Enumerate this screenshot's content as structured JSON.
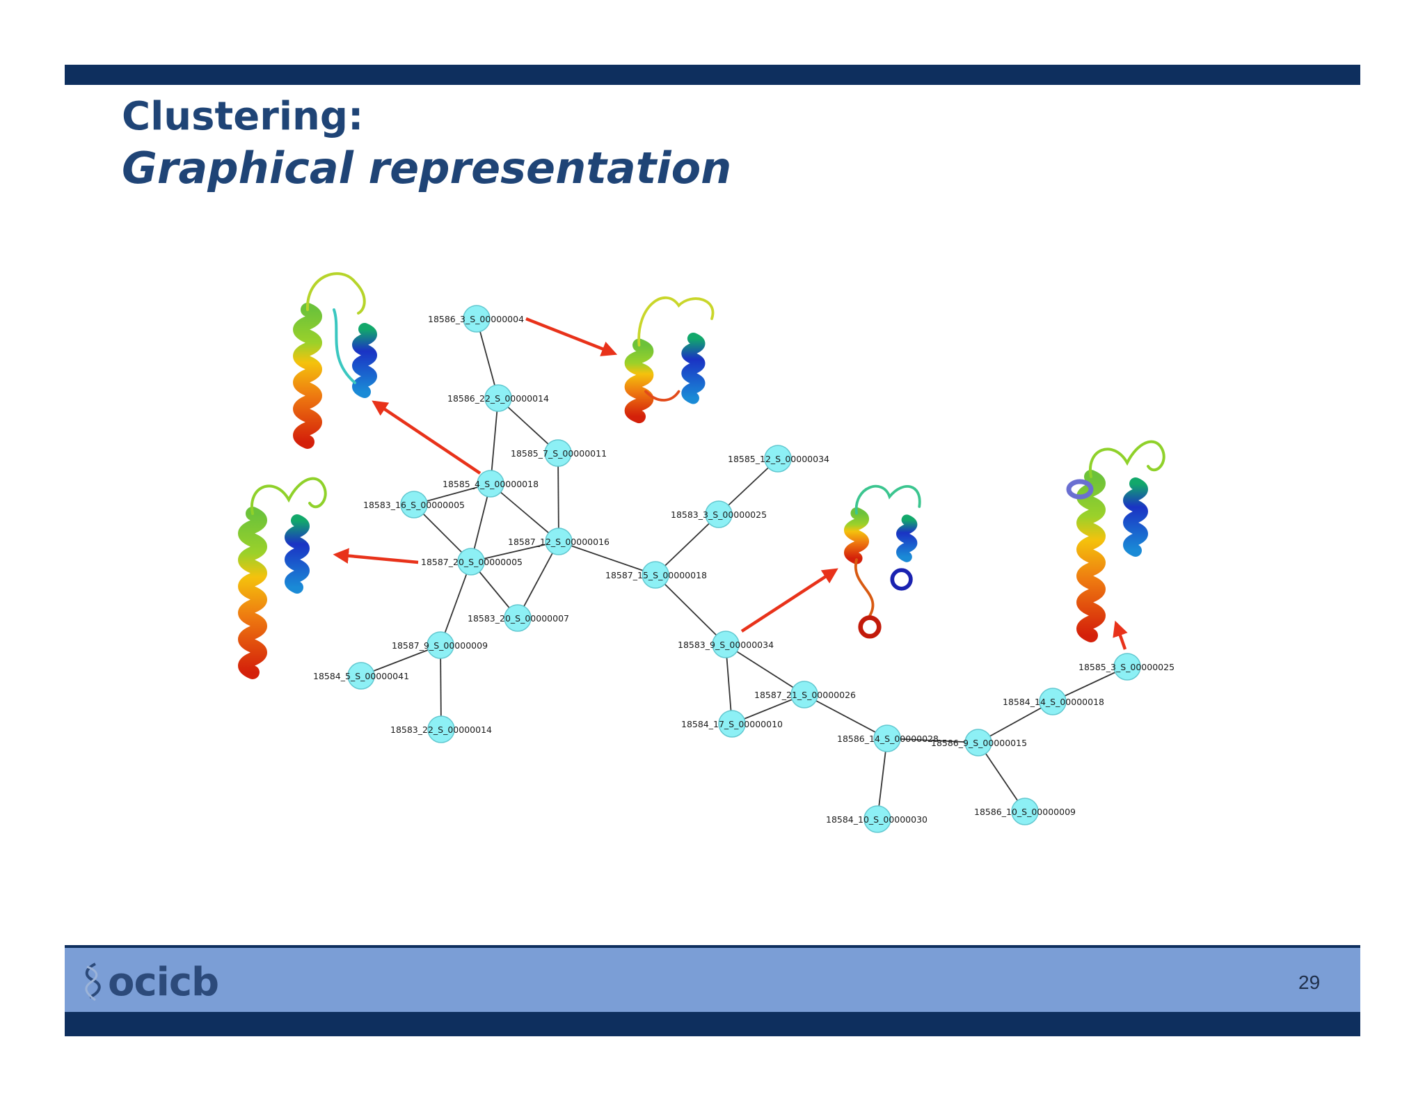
{
  "slide": {
    "title_line1": "Clustering:",
    "title_line2": "Graphical representation",
    "page_number": "29",
    "logo_text": "ocicb"
  },
  "colors": {
    "header_bar": "#0e2f5e",
    "title_text": "#1f4476",
    "footer_band": "#7b9ed6",
    "node_fill": "#8df0f5",
    "edge": "#333333",
    "arrow": "#e8321a"
  },
  "graph": {
    "nodes": [
      {
        "id": "n1",
        "label": "18586_3_S_00000004"
      },
      {
        "id": "n2",
        "label": "18586_22_S_00000014"
      },
      {
        "id": "n3",
        "label": "18585_7_S_00000011"
      },
      {
        "id": "n4",
        "label": "18585_4_S_00000018"
      },
      {
        "id": "n5",
        "label": "18583_16_S_00000005"
      },
      {
        "id": "n6",
        "label": "18587_12_S_00000016"
      },
      {
        "id": "n7",
        "label": "18587_20_S_00000005"
      },
      {
        "id": "n8",
        "label": "18583_20_S_00000007"
      },
      {
        "id": "n9",
        "label": "18587_9_S_00000009"
      },
      {
        "id": "n10",
        "label": "18584_5_S_00000041"
      },
      {
        "id": "n11",
        "label": "18583_22_S_00000014"
      },
      {
        "id": "n12",
        "label": "18587_15_S_00000018"
      },
      {
        "id": "n13",
        "label": "18585_12_S_00000034"
      },
      {
        "id": "n14",
        "label": "18583_3_S_00000025"
      },
      {
        "id": "n15",
        "label": "18583_9_S_00000034"
      },
      {
        "id": "n16",
        "label": "18587_21_S_00000026"
      },
      {
        "id": "n17",
        "label": "18584_17_S_00000010"
      },
      {
        "id": "n18",
        "label": "18586_14_S_00000028"
      },
      {
        "id": "n19",
        "label": "18586_9_S_00000015"
      },
      {
        "id": "n20",
        "label": "18584_10_S_00000030"
      },
      {
        "id": "n21",
        "label": "18586_10_S_00000009"
      },
      {
        "id": "n22",
        "label": "18584_14_S_00000018"
      },
      {
        "id": "n23",
        "label": "18585_3_S_00000025"
      }
    ],
    "edges": [
      [
        "n1",
        "n2"
      ],
      [
        "n2",
        "n3"
      ],
      [
        "n2",
        "n4"
      ],
      [
        "n4",
        "n5"
      ],
      [
        "n3",
        "n6"
      ],
      [
        "n4",
        "n6"
      ],
      [
        "n4",
        "n7"
      ],
      [
        "n5",
        "n7"
      ],
      [
        "n7",
        "n6"
      ],
      [
        "n7",
        "n8"
      ],
      [
        "n6",
        "n8"
      ],
      [
        "n7",
        "n9"
      ],
      [
        "n9",
        "n10"
      ],
      [
        "n9",
        "n11"
      ],
      [
        "n6",
        "n12"
      ],
      [
        "n12",
        "n14"
      ],
      [
        "n14",
        "n13"
      ],
      [
        "n12",
        "n15"
      ],
      [
        "n15",
        "n17"
      ],
      [
        "n15",
        "n16"
      ],
      [
        "n16",
        "n17"
      ],
      [
        "n16",
        "n18"
      ],
      [
        "n18",
        "n20"
      ],
      [
        "n18",
        "n19"
      ],
      [
        "n19",
        "n21"
      ],
      [
        "n19",
        "n22"
      ],
      [
        "n22",
        "n23"
      ]
    ]
  },
  "structures": [
    {
      "name": "protein-structure-1"
    },
    {
      "name": "protein-structure-2"
    },
    {
      "name": "protein-structure-3"
    },
    {
      "name": "protein-structure-4"
    },
    {
      "name": "protein-structure-5"
    }
  ]
}
